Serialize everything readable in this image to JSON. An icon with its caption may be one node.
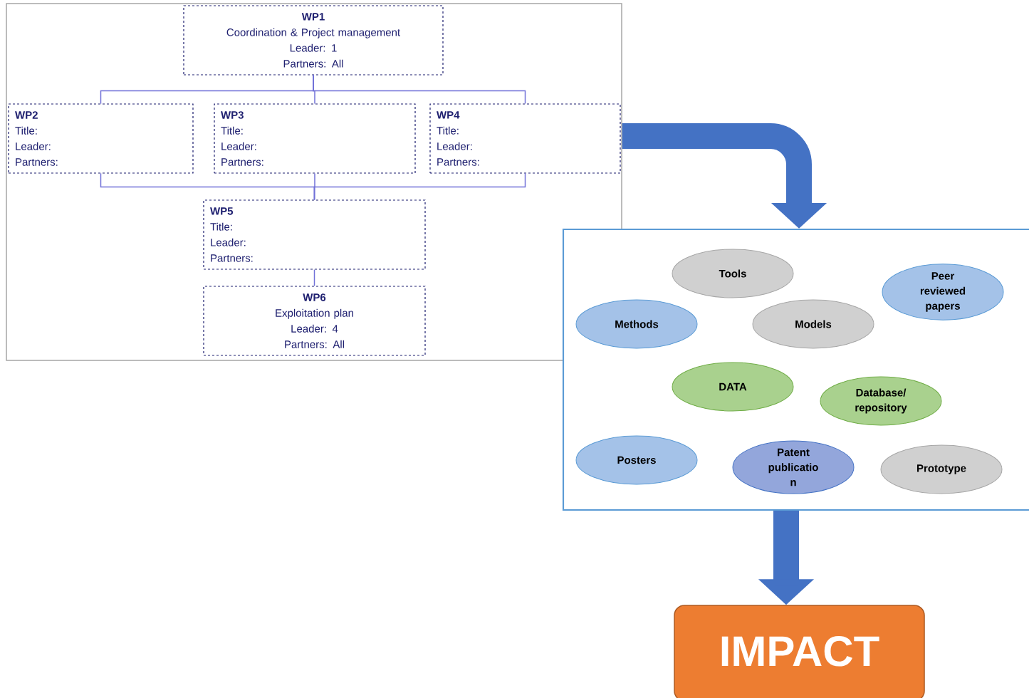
{
  "diagram": {
    "nodes": [
      {
        "text": [],
        "shape": "box"
      },
      {
        "text": [
          "WP1",
          "Coordination & Project management",
          "Leader: 1",
          "Partners: All"
        ],
        "in": 0
      },
      {
        "text": [
          "WP2",
          "Title:",
          "Leader:",
          "Partners:"
        ],
        "in": 0
      },
      {
        "text": [
          "WP3",
          "Title:",
          "Leader:",
          "Partners:"
        ],
        "in": 0
      },
      {
        "text": [
          "WP4",
          "Title:",
          "Leader:",
          "Partners:"
        ],
        "in": 0
      },
      {
        "text": [
          "WP5",
          "Title:",
          "Leader:",
          "Partners:"
        ],
        "in": 0
      },
      {
        "text": [
          "WP6",
          "Exploitation plan",
          "Leader: 4",
          "Partners: All"
        ],
        "in": 0
      },
      {
        "text": [],
        "shape": "box"
      },
      {
        "text": [
          "Tools"
        ],
        "in": 7
      },
      {
        "text": [
          "Peer reviewed papers"
        ],
        "in": 7
      },
      {
        "text": [
          "Methods"
        ],
        "in": 7
      },
      {
        "text": [
          "Models"
        ],
        "in": 7
      },
      {
        "text": [
          "DATA"
        ],
        "in": 7
      },
      {
        "text": [
          "Database/ repository"
        ],
        "in": 7
      },
      {
        "text": [
          "Posters"
        ],
        "in": 7
      },
      {
        "text": [
          "Patent publicatio n"
        ],
        "in": 7
      },
      {
        "text": [
          "Prototype"
        ],
        "in": 7
      },
      {
        "text": [
          "IMPACT"
        ]
      }
    ],
    "edges": [
      {
        "from": 1,
        "to": 2,
        "arrow": "none"
      },
      {
        "from": 1,
        "to": 3,
        "arrow": "none"
      },
      {
        "from": 1,
        "to": 4,
        "arrow": "none"
      },
      {
        "from": 2,
        "to": 5,
        "arrow": "none"
      },
      {
        "from": 3,
        "to": 5,
        "arrow": "none"
      },
      {
        "from": 4,
        "to": 5,
        "arrow": "none"
      },
      {
        "from": 5,
        "to": 6,
        "arrow": "none"
      },
      {
        "from": 0,
        "to": 7,
        "arrow": "to",
        "style": "thick",
        "color": "#4472c4"
      },
      {
        "from": 7,
        "to": 17,
        "arrow": "to",
        "style": "thick",
        "color": "#4472c4"
      }
    ]
  }
}
